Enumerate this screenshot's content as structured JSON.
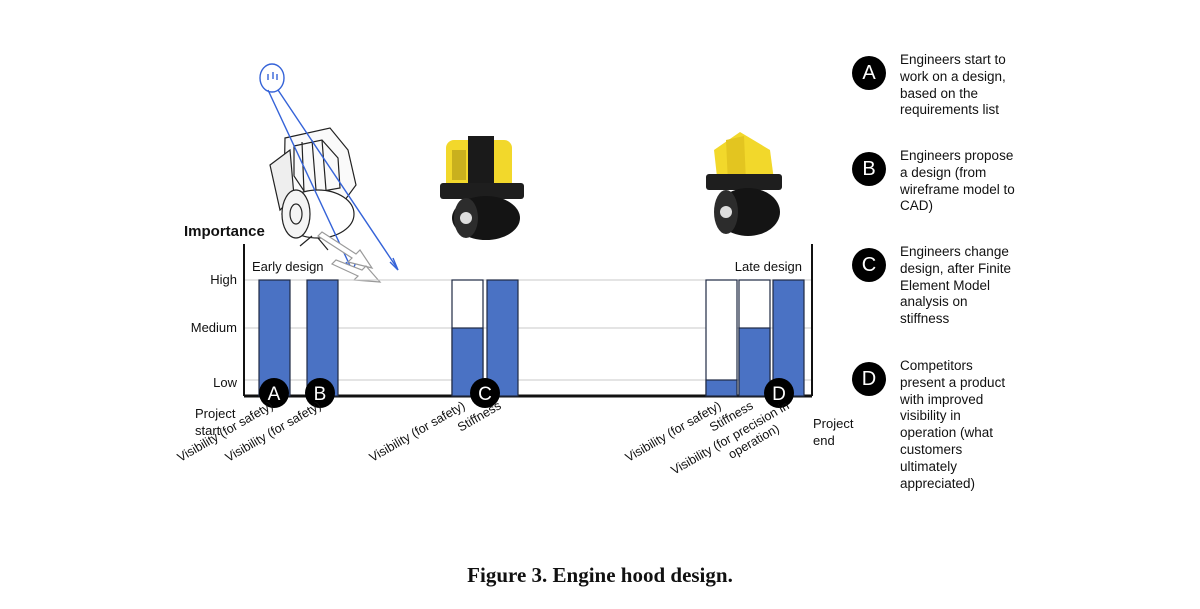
{
  "chart_data": {
    "type": "bar",
    "ylabel": "Importance",
    "y_levels": [
      "Low",
      "Medium",
      "High"
    ],
    "axis_start_label": "Project start",
    "axis_end_label": "Project end",
    "phase_labels": {
      "early": "Early design",
      "late": "Late design"
    },
    "bars": [
      {
        "label": "Visibility (for safety)",
        "value": "High",
        "level": 3,
        "group": "A"
      },
      {
        "label": "Visibility (for safety)",
        "value": "High",
        "level": 3,
        "group": "B"
      },
      {
        "label": "Visibility (for safety)",
        "value": "Medium",
        "level": 2,
        "previous": "High",
        "group": "C"
      },
      {
        "label": "Stiffness",
        "value": "High",
        "level": 3,
        "group": "C"
      },
      {
        "label": "Visibility (for safety)",
        "value": "Low",
        "level": 1,
        "previous": "High",
        "group": "D"
      },
      {
        "label": "Stiffness",
        "value": "Medium",
        "level": 2,
        "previous": "High",
        "group": "D"
      },
      {
        "label": "Visibility (for precision in operation)",
        "value": "High",
        "level": 3,
        "group": "D"
      }
    ],
    "markers": [
      "A",
      "B",
      "C",
      "D"
    ]
  },
  "legend": [
    {
      "badge": "A",
      "text": "Engineers start to work on a design, based on the requirements list"
    },
    {
      "badge": "B",
      "text": "Engineers propose a design (from wireframe model to CAD)"
    },
    {
      "badge": "C",
      "text": "Engineers change design, after Finite Element Model analysis on stiffness"
    },
    {
      "badge": "D",
      "text": "Competitors present a product with improved visibility in operation (what customers ultimately appreciated)"
    }
  ],
  "images": [
    {
      "name": "wireframe-roller-model",
      "kind": "illustration"
    },
    {
      "name": "cad-roller-model",
      "kind": "illustration",
      "color": "#f2d82b"
    },
    {
      "name": "competitor-roller-model",
      "kind": "illustration",
      "color": "#f2d82b"
    }
  ],
  "colors": {
    "bar_fill": "#4a72c4",
    "bar_edge": "#1f2a44",
    "badge": "#000000",
    "accent_blue": "#3563d8"
  },
  "caption": "Figure 3. Engine hood design."
}
